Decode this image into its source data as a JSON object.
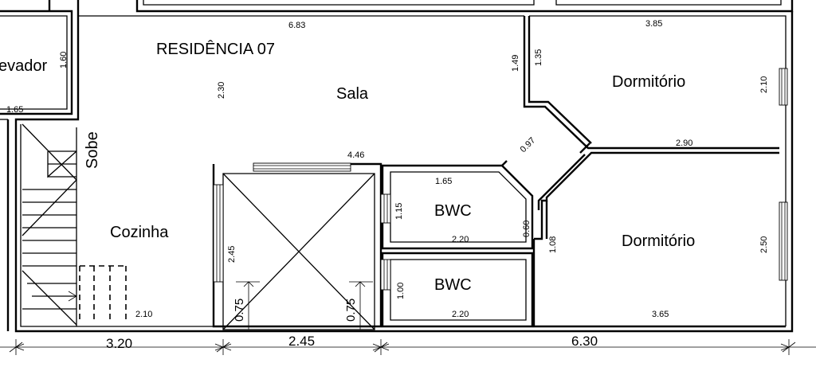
{
  "title": "RESIDÊNCIA 07",
  "rooms": {
    "sala": "Sala",
    "dorm1": "Dormitório",
    "dorm2": "Dormitório",
    "bwc1": "BWC",
    "bwc2": "BWC",
    "cozinha": "Cozinha",
    "elevador": "evador",
    "stairs": "Sobe"
  },
  "dims": {
    "d683": "6.83",
    "d385": "3.85",
    "d160": "1.60",
    "d165a": "1.65",
    "d230": "2.30",
    "d149": "1.49",
    "d135": "1.35",
    "d210r": "2.10",
    "d290": "2.90",
    "d097": "0.97",
    "d446": "4.46",
    "d165b": "1.65",
    "d115": "1.15",
    "d220a": "2.20",
    "d060": "0.60",
    "d108": "1.08",
    "d250": "2.50",
    "d245v": "2.45",
    "d100": "1.00",
    "d220b": "2.20",
    "d365": "3.65",
    "d210b": "2.10",
    "d075a": "0.75",
    "d075b": "0.75"
  },
  "bottom_dims": {
    "a": "3.20",
    "b": "2.45",
    "c": "6.30"
  }
}
